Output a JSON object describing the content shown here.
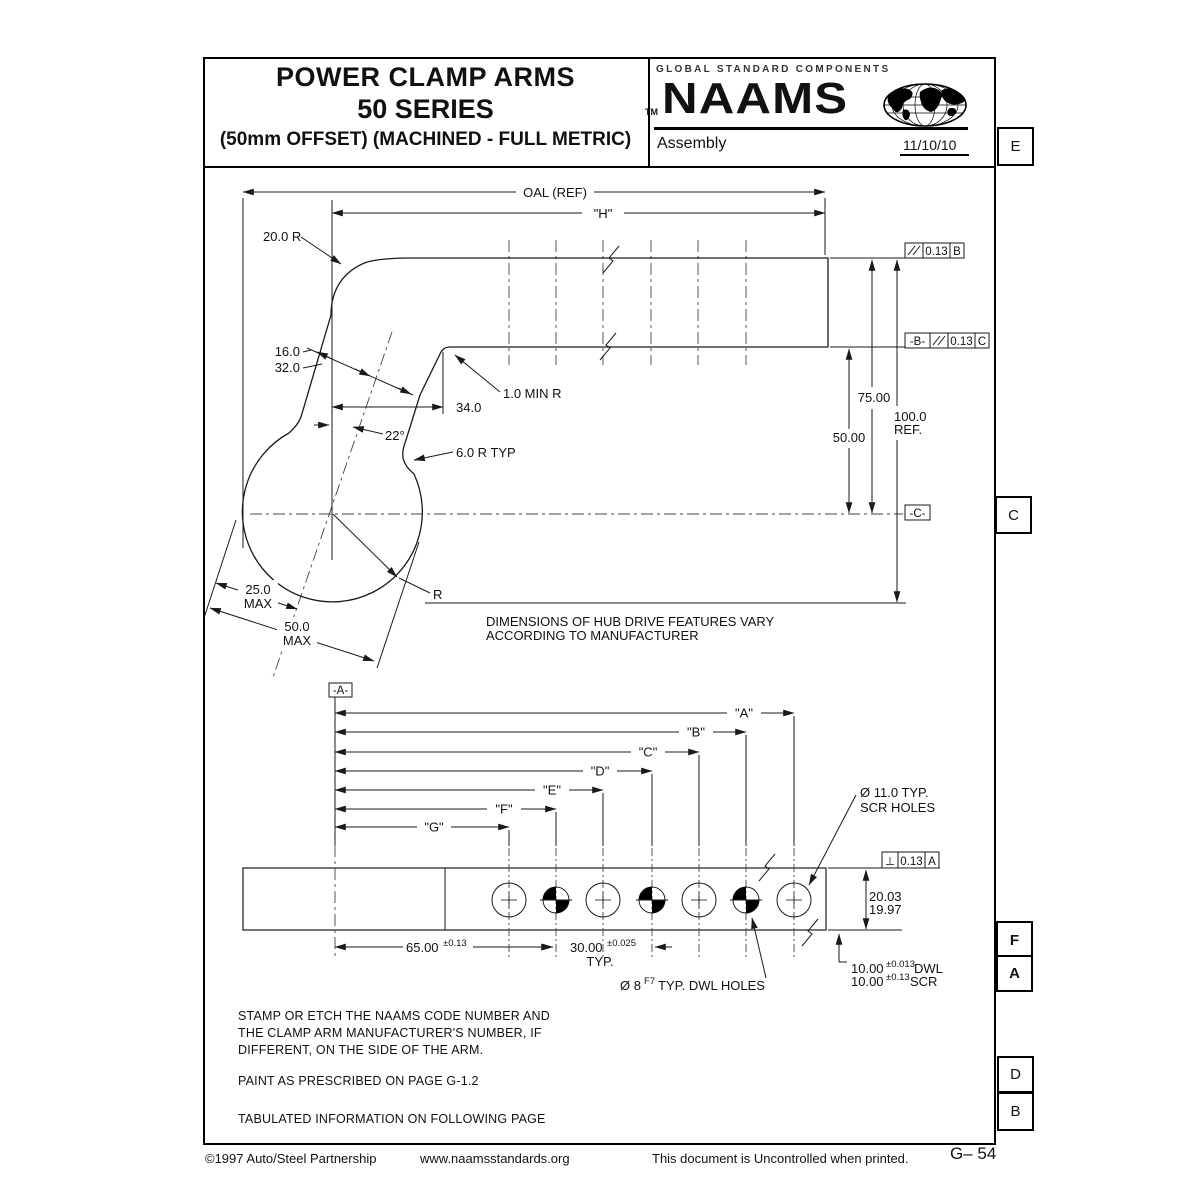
{
  "header": {
    "title_line1": "POWER CLAMP ARMS",
    "title_line2": "50 SERIES",
    "title_line3": "(50mm OFFSET) (MACHINED - FULL METRIC)",
    "brand_tagline": "GLOBAL STANDARD COMPONENTS",
    "brand_tm": "TM",
    "brand_name": "NAAMS",
    "subtitle": "Assembly",
    "date": "11/10/10"
  },
  "margin_tabs": {
    "e": "E",
    "c": "C",
    "f": "F",
    "a": "A",
    "d": "D",
    "b": "B"
  },
  "top_view": {
    "oal_label": "OAL (REF)",
    "h_label": "\"H\"",
    "r20": "20.0 R",
    "d16": "16.0",
    "d32": "32.0",
    "min_r": "1.0 MIN R",
    "d34": "34.0",
    "angle": "22°",
    "r6": "6.0 R TYP",
    "d50": "50.00",
    "d75": "75.00",
    "d100": "100.0",
    "d100ref": "REF.",
    "r_label": "R",
    "d25": "25.0",
    "d25max": "MAX",
    "d50m": "50.0",
    "d50max": "MAX",
    "flag_top": {
      "sym": "//",
      "tol": "0.13",
      "datum": "B"
    },
    "flag_mid": {
      "datum_label": "-B-",
      "sym": "//",
      "tol": "0.13",
      "datum": "C"
    },
    "datum_c": "-C-",
    "hub_note1": "DIMENSIONS OF HUB DRIVE FEATURES VARY",
    "hub_note2": "ACCORDING TO MANUFACTURER"
  },
  "bottom_view": {
    "datum_a": "-A-",
    "dim_labels": [
      "\"A\"",
      "\"B\"",
      "\"C\"",
      "\"D\"",
      "\"E\"",
      "\"F\"",
      "\"G\""
    ],
    "scr_note1": "Ø 11.0 TYP.",
    "scr_note2": "SCR HOLES",
    "perp": {
      "sym": "⊥",
      "tol": "0.13",
      "datum": "A"
    },
    "d2003": "20.03",
    "d1997": "19.97",
    "d65": "65.00",
    "d65_tol": "±0.13",
    "d30": "30.00",
    "d30_tol": "±0.025",
    "d30_typ": "TYP.",
    "dwl_dia": "Ø 8",
    "dwl_fit": "F7",
    "dwl_rest": "TYP. DWL HOLES",
    "edge1": "10.00",
    "edge1_tol": "±0.013",
    "edge1_suffix": "DWL",
    "edge2": "10.00",
    "edge2_tol": "±0.13",
    "edge2_suffix": "SCR"
  },
  "notes": {
    "n1a": "STAMP OR ETCH THE NAAMS CODE NUMBER AND",
    "n1b": "THE CLAMP ARM MANUFACTURER'S NUMBER, IF",
    "n1c": "DIFFERENT, ON THE SIDE OF THE ARM.",
    "n2": "PAINT AS PRESCRIBED ON PAGE G-1.2",
    "n3": "TABULATED INFORMATION ON FOLLOWING PAGE"
  },
  "footer": {
    "copyright": "©1997 Auto/Steel Partnership",
    "url": "www.naamsstandards.org",
    "uncontrolled": "This document is Uncontrolled when printed.",
    "page": "G– 54"
  }
}
